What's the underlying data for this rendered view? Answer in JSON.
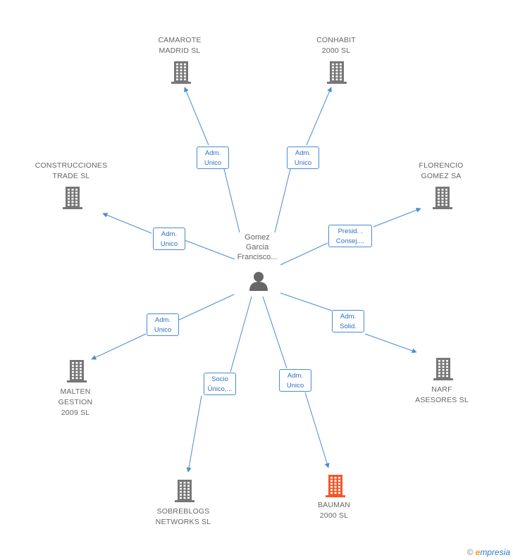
{
  "center": {
    "name_lines": [
      "Gomez",
      "Garcia",
      "Francisco..."
    ],
    "icon": "person-icon"
  },
  "companies": [
    {
      "id": "camarote",
      "lines": [
        "CAMAROTE",
        "MADRID SL"
      ],
      "role_lines": [
        "Adm.",
        "Unico"
      ],
      "color": "#777777"
    },
    {
      "id": "conhabit",
      "lines": [
        "CONHABIT",
        "2000 SL"
      ],
      "role_lines": [
        "Adm.",
        "Unico"
      ],
      "color": "#777777"
    },
    {
      "id": "construcciones",
      "lines": [
        "CONSTRUCCIONES",
        "TRADE SL"
      ],
      "role_lines": [
        "Adm.",
        "Unico"
      ],
      "color": "#777777"
    },
    {
      "id": "florencio",
      "lines": [
        "FLORENCIO",
        "GOMEZ SA"
      ],
      "role_lines": [
        "Presid. .",
        "Consej...."
      ],
      "color": "#777777"
    },
    {
      "id": "malten",
      "lines": [
        "MALTEN",
        "GESTION",
        "2009 SL"
      ],
      "role_lines": [
        "Adm.",
        "Unico"
      ],
      "color": "#777777"
    },
    {
      "id": "narf",
      "lines": [
        "NARF",
        "ASESORES SL"
      ],
      "role_lines": [
        "Adm.",
        "Solid."
      ],
      "color": "#777777"
    },
    {
      "id": "sobreblogs",
      "lines": [
        "SOBREBLOGS",
        "NETWORKS SL"
      ],
      "role_lines": [
        "Socio",
        "Único,..."
      ],
      "color": "#777777"
    },
    {
      "id": "bauman",
      "lines": [
        "BAUMAN",
        "2000 SL"
      ],
      "role_lines": [
        "Adm.",
        "Unico"
      ],
      "color": "#f0592a"
    }
  ],
  "colors": {
    "edge": "#4a8ad6",
    "node": "#777777",
    "highlight": "#f0592a"
  },
  "brand": {
    "copyright": "©",
    "initial": "e",
    "rest": "mpresia"
  }
}
